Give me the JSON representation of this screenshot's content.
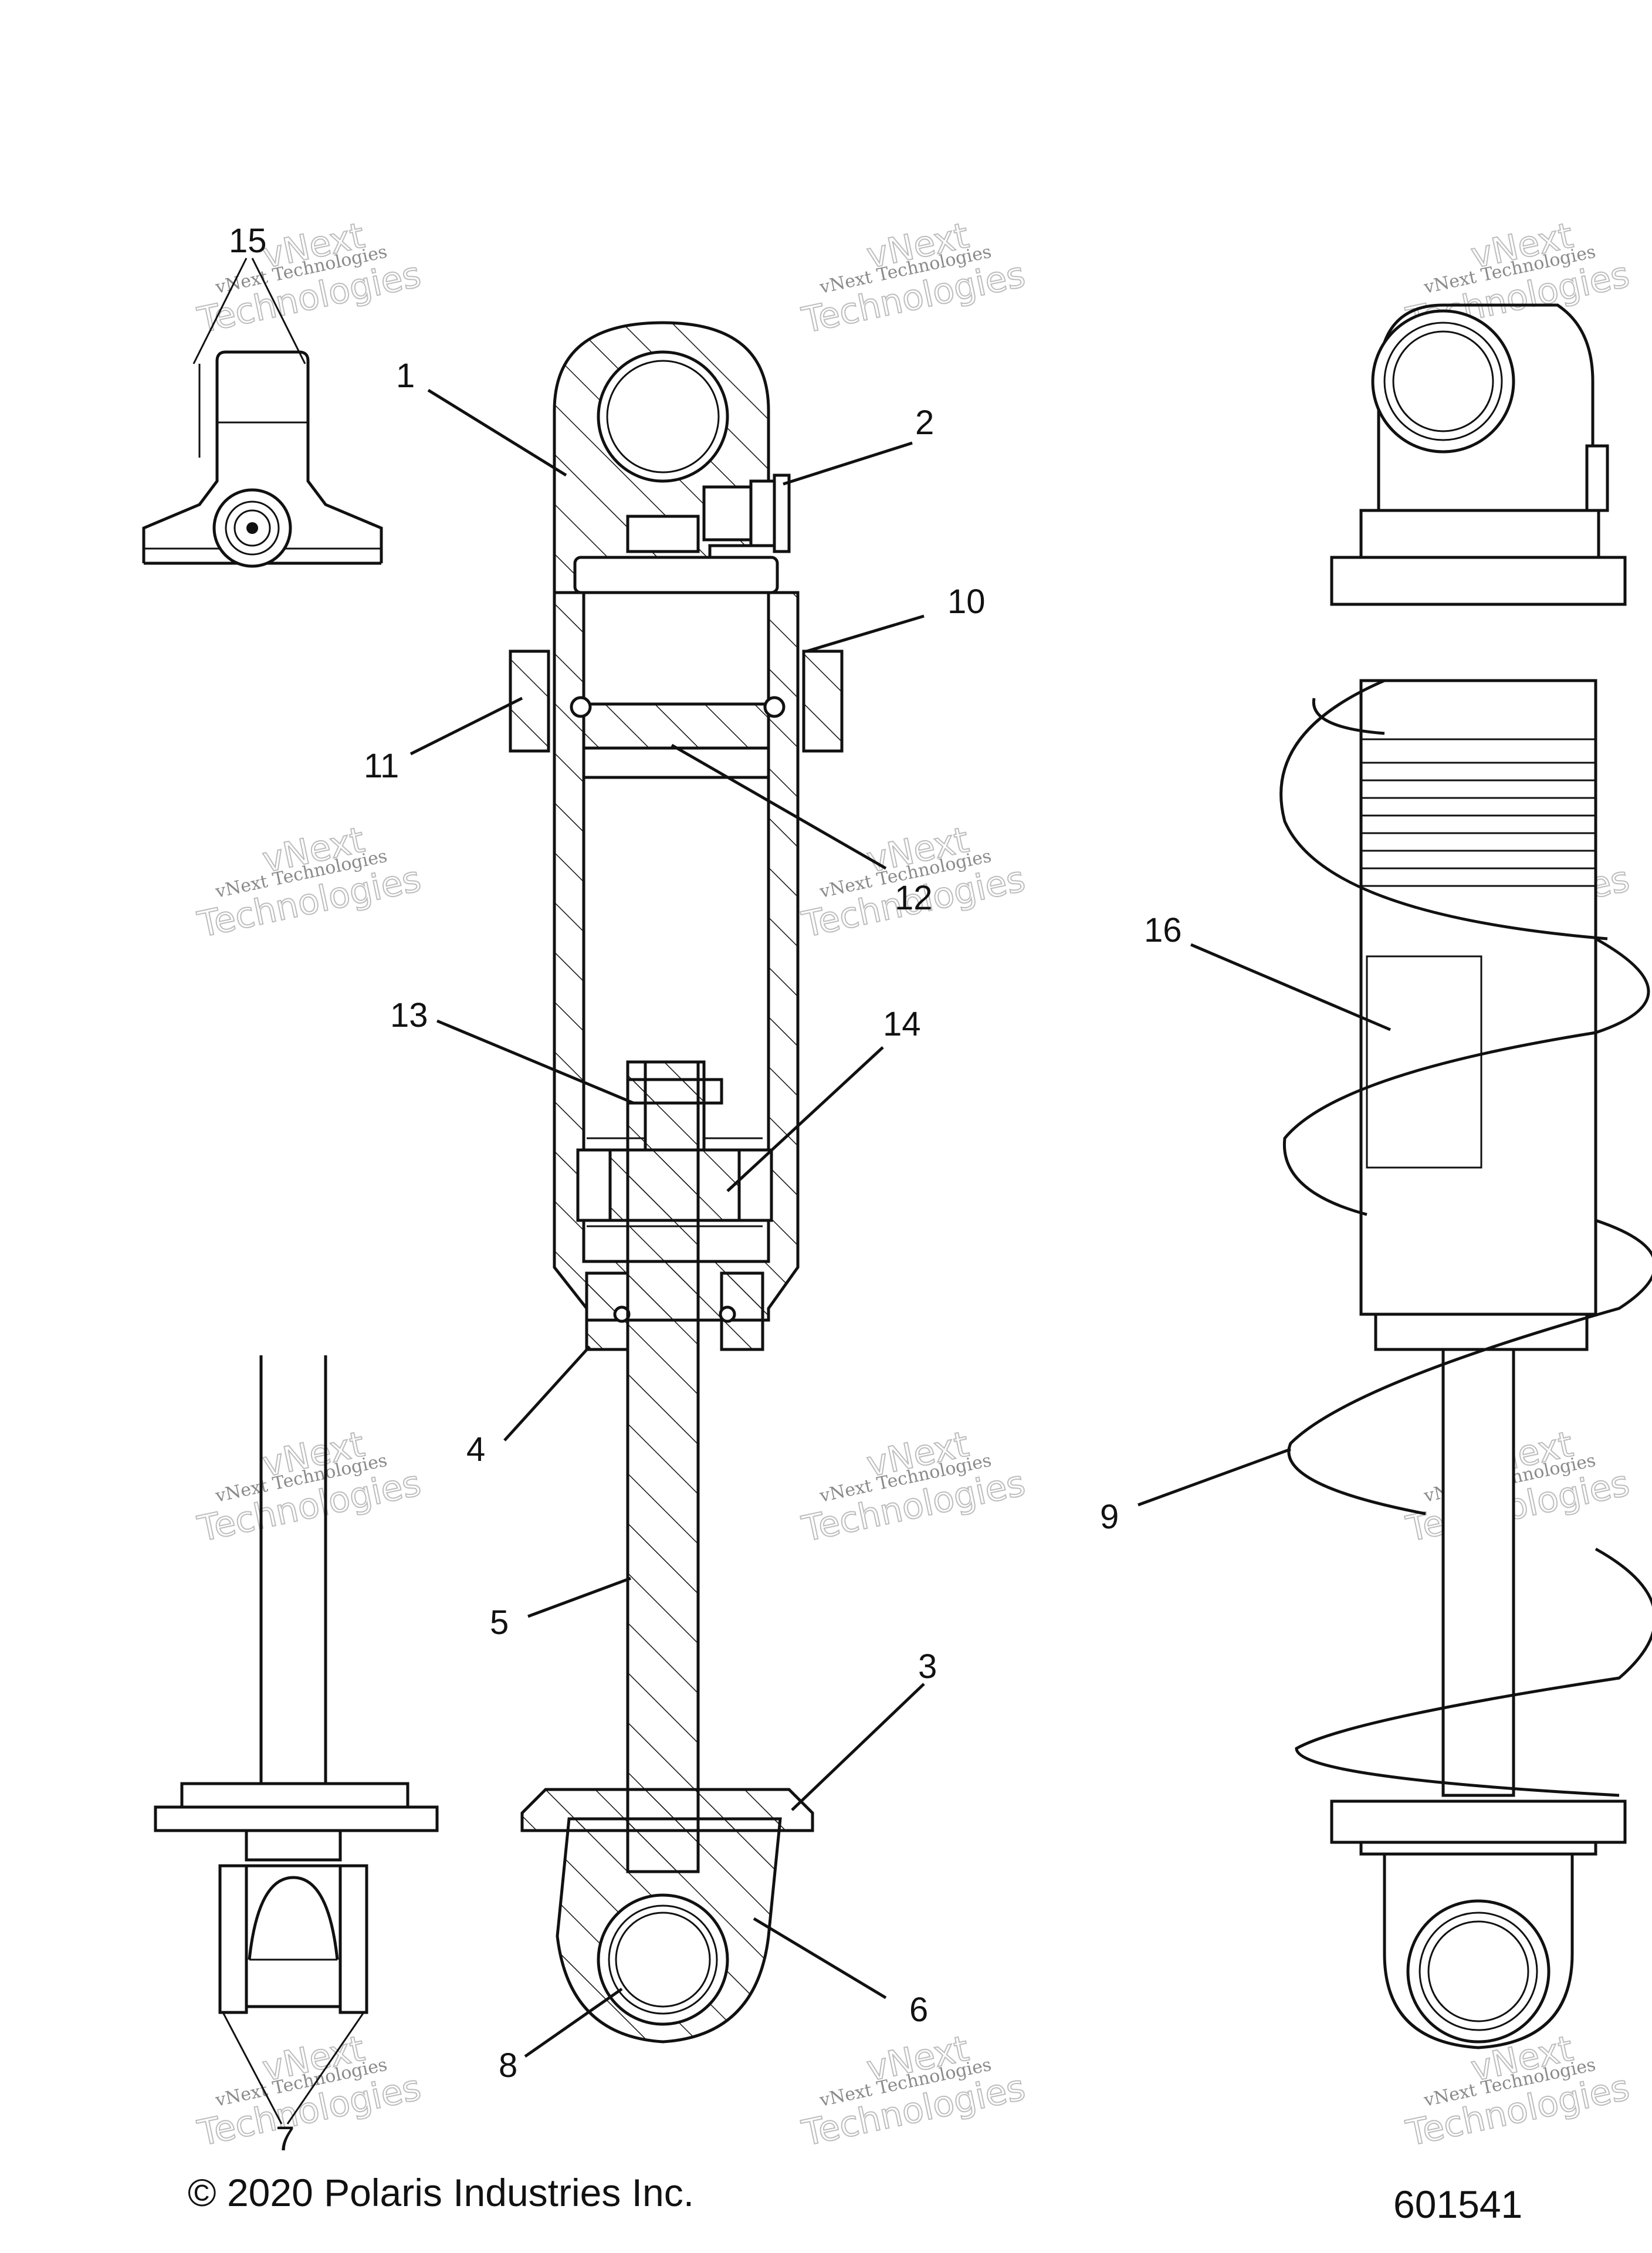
{
  "callouts": [
    {
      "id": "1",
      "text": "1"
    },
    {
      "id": "2",
      "text": "2"
    },
    {
      "id": "3",
      "text": "3"
    },
    {
      "id": "4",
      "text": "4"
    },
    {
      "id": "5",
      "text": "5"
    },
    {
      "id": "6",
      "text": "6"
    },
    {
      "id": "7",
      "text": "7"
    },
    {
      "id": "8",
      "text": "8"
    },
    {
      "id": "9",
      "text": "9"
    },
    {
      "id": "10",
      "text": "10"
    },
    {
      "id": "11",
      "text": "11"
    },
    {
      "id": "12",
      "text": "12"
    },
    {
      "id": "13",
      "text": "13"
    },
    {
      "id": "14",
      "text": "14"
    },
    {
      "id": "15",
      "text": "15"
    },
    {
      "id": "16",
      "text": "16"
    }
  ],
  "watermark": {
    "line1": "vNext Technologies",
    "line2": "Technologies",
    "line3": "vNext"
  },
  "footer": {
    "copyright": "© 2020 Polaris Industries Inc.",
    "figure_number": "601541"
  }
}
